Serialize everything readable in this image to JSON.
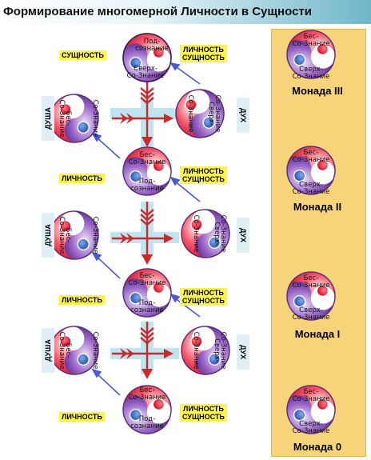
{
  "title": "Формирование многомерной Личности в Сущности",
  "words": {
    "pod": "Под-",
    "soznanie": "сознание",
    "sverh": "Сверх-",
    "soznanie_cap": "Со-Знание",
    "bes": "Бес-"
  },
  "labels": {
    "suschnost": "СУЩНОСТЬ",
    "lichnost": "ЛИЧНОСТЬ",
    "lichnost_suschnost_1": "ЛИЧНОСТЬ",
    "lichnost_suschnost_2": "СУЩНОСТЬ",
    "dusha": "ДУША",
    "duh": "ДУХ"
  },
  "monads": [
    "Монада III",
    "Монада II",
    "Монада I",
    "Монада 0"
  ],
  "colors": {
    "red": "#e8102a",
    "purple": "#6a2a9a",
    "blue": "#2f63b8",
    "yellow": "#fff44a",
    "panel": "#f7d47a",
    "arrow_red": "#cc2a2a",
    "arrow_blue": "#4a5ad0",
    "band": "#bfe6f0"
  }
}
